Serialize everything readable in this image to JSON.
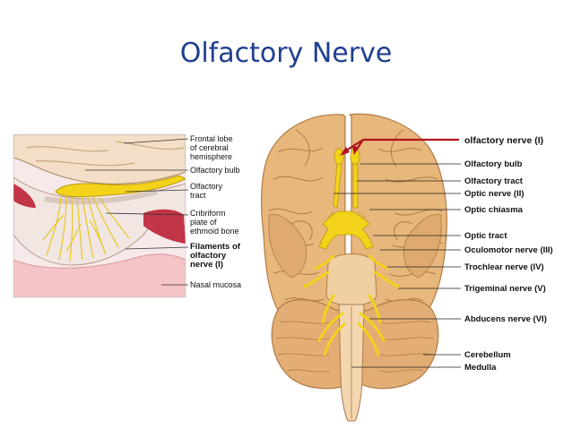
{
  "title": "Olfactory Nerve",
  "colors": {
    "title": "#1f3f8f",
    "nerve": "#f3d21a",
    "brain": "#e7b77c",
    "brain_dark": "#b27a45",
    "mucosa": "#f4c4c6",
    "highlight_arrow": "#b0131a"
  },
  "left_panel": {
    "labels": [
      "Frontal lobe of cerebral hemisphere",
      "Olfactory bulb",
      "Olfactory tract",
      "Cribriform plate of ethmoid bone",
      "Filaments of olfactory nerve (I)",
      "Nasal mucosa"
    ],
    "label_lines": [
      [
        "Frontal lobe",
        "of cerebral",
        "hemisphere"
      ],
      [
        "Olfactory bulb"
      ],
      [
        "Olfactory",
        "tract"
      ],
      [
        "Cribriform",
        "plate of",
        "ethmoid bone"
      ],
      [
        "Filaments of",
        "olfactory",
        "nerve (I)"
      ],
      [
        "Nasal mucosa"
      ]
    ]
  },
  "right_panel": {
    "labels": [
      "olfactory nerve (I)",
      "Olfactory bulb",
      "Olfactory tract",
      "Optic nerve (II)",
      "Optic chiasma",
      "Optic tract",
      "Oculomotor nerve (III)",
      "Trochlear nerve (IV)",
      "Trigeminal nerve (V)",
      "Abducens nerve (VI)",
      "Cerebellum",
      "Medulla"
    ]
  }
}
